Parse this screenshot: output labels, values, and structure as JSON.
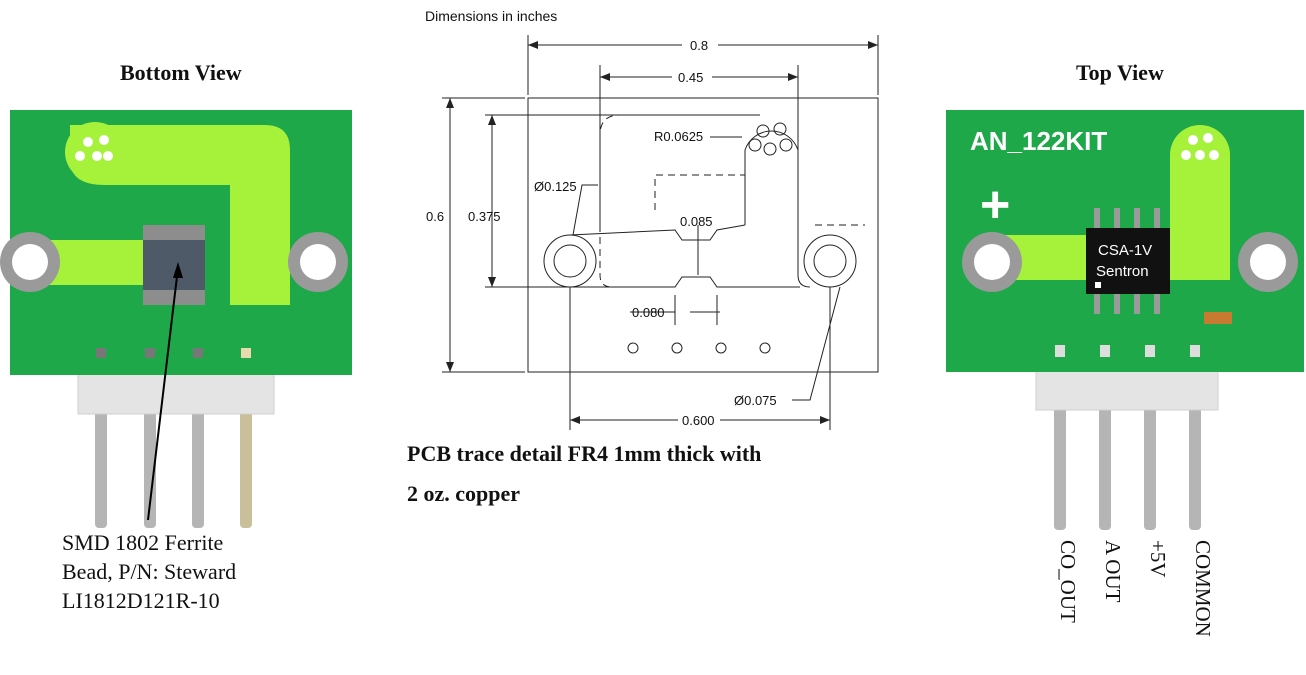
{
  "figure": {
    "dimensions_note": "Dimensions in inches",
    "bottom_view": {
      "title": "Bottom View",
      "caption_lines": [
        "SMD 1802 Ferrite",
        "Bead, P/N: Steward",
        "LI1812D121R-10"
      ]
    },
    "top_view": {
      "title": "Top View",
      "board_label": "AN_122KIT",
      "plus_symbol": "+",
      "chip_lines": [
        "CSA-1V",
        "Sentron"
      ],
      "pin_labels": [
        "CO_OUT",
        "A OUT",
        "+5V",
        "COMMON"
      ]
    },
    "drawing": {
      "dim_width": "0.8",
      "dim_trace_width": "0.45",
      "dim_height": "0.6",
      "dim_trace_height": "0.375",
      "radius": "R0.0625",
      "hole_large": "Ø0.125",
      "neck_top": "0.085",
      "neck_bottom": "0.080",
      "hole_small": "Ø0.075",
      "hole_spacing": "0.600",
      "caption_lines": [
        "PCB trace detail  FR4 1mm thick with",
        "2 oz. copper"
      ]
    },
    "colors": {
      "board_green": "#1fa84a",
      "trace_green": "#a6f23b",
      "pin_silver": "#b9b9b9",
      "connector_white": "#e6e6e6",
      "chip_black": "#111111"
    }
  }
}
